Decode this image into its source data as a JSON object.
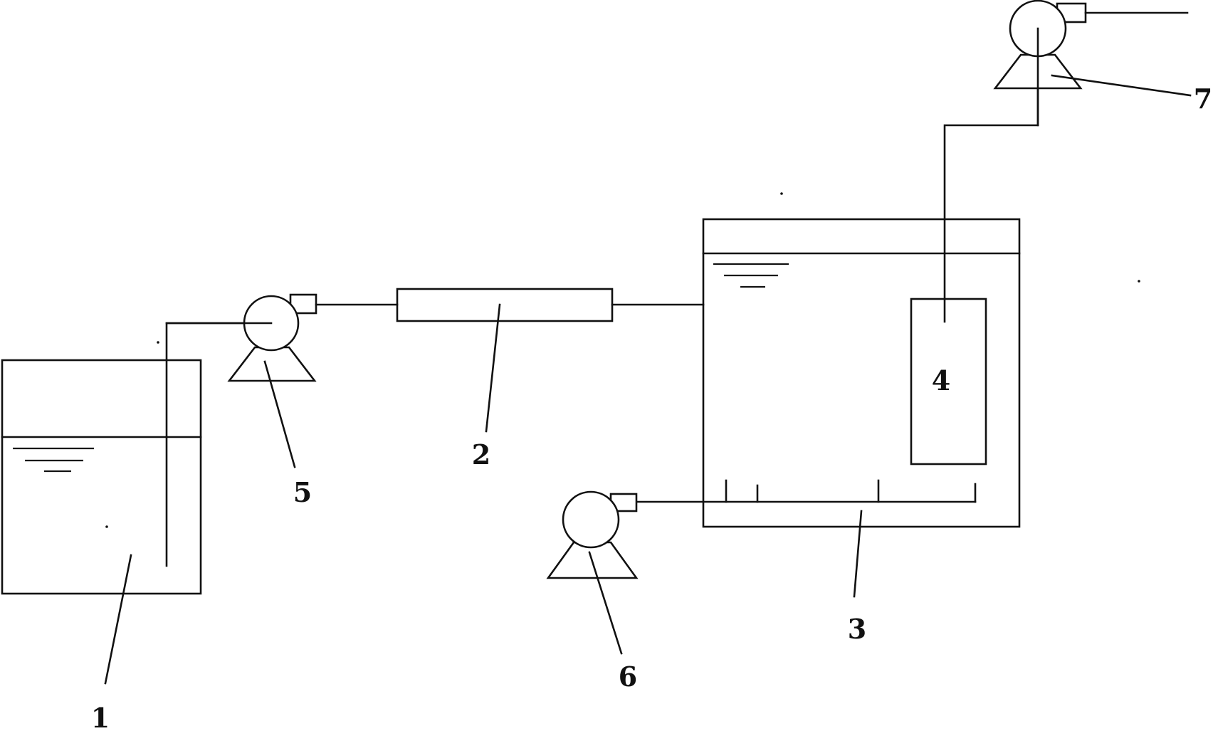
{
  "labels": {
    "tank_1": "1",
    "tube_2": "2",
    "reactor_3": "3",
    "membrane_4": "4",
    "pump_5": "5",
    "pump_6": "6",
    "pump_7": "7"
  },
  "colors": {
    "line": "#111111",
    "background": "#ffffff"
  }
}
